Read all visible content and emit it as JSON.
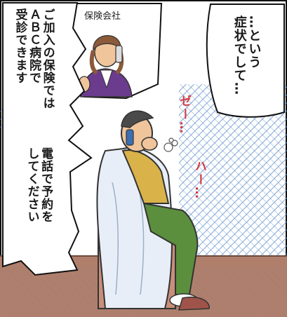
{
  "speech": {
    "right_top": [
      "…という",
      "症状でして…"
    ],
    "left_top": [
      "ご加入の保険では",
      "ＡＢＣ病院で",
      "受診できます"
    ],
    "left_bottom": [
      "電話で予約を",
      "してください"
    ]
  },
  "labels": {
    "company": "保険会社"
  },
  "sfx": {
    "breath_1": "ゼー…",
    "breath_2": "ハー…"
  },
  "colors": {
    "hatch": "#4a7fc1",
    "sfx": "#d23a45",
    "suit": "#6b3b8e",
    "pants": "#5b8f3d",
    "shirt": "#d9b24a",
    "skin": "#f0c59c"
  }
}
